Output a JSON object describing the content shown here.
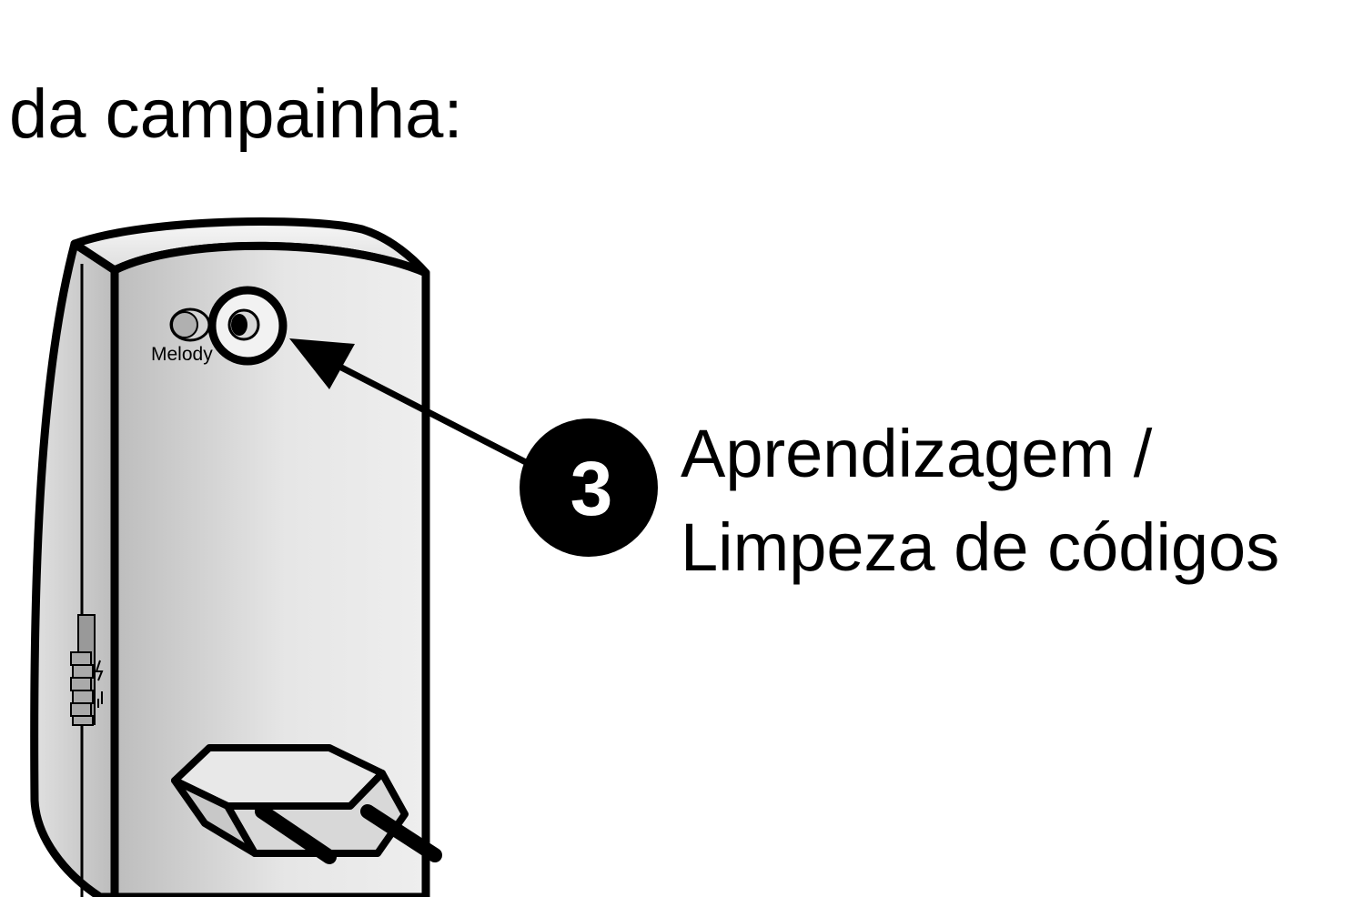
{
  "heading": "da campainha:",
  "device": {
    "melody_label": "Melody"
  },
  "callout": {
    "number": "3",
    "line1": "Aprendizagem /",
    "line2": "Limpeza de códigos"
  },
  "colors": {
    "stroke": "#000000",
    "body_light": "#f2f2f2",
    "body_mid": "#cfcfcf",
    "badge": "#000000",
    "badge_text": "#ffffff"
  }
}
